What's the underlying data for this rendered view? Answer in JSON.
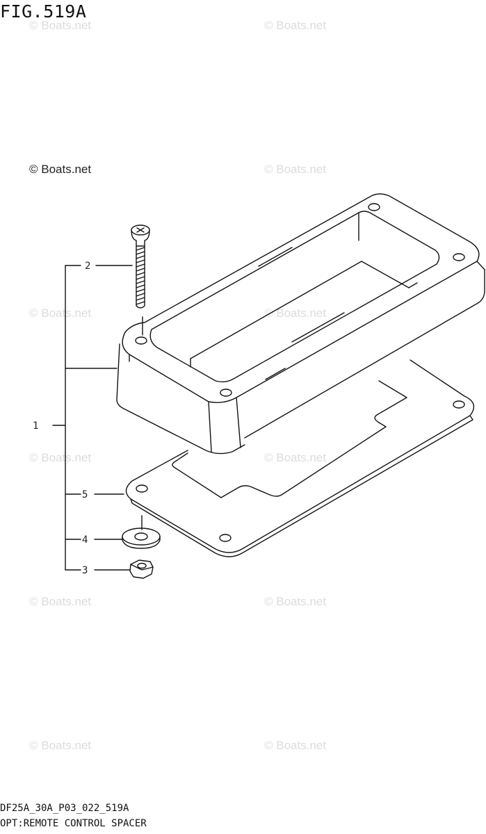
{
  "figure": {
    "title": "FIG.519A"
  },
  "watermark": {
    "text": "© Boats.net",
    "color": "#dcdcdc",
    "prominent_text": "© Boats.net"
  },
  "callouts": {
    "c1": "1",
    "c2": "2",
    "c3": "3",
    "c4": "4",
    "c5": "5"
  },
  "footer": {
    "code": "DF25A_30A_P03_022_519A",
    "caption": "OPT:REMOTE CONTROL SPACER"
  }
}
